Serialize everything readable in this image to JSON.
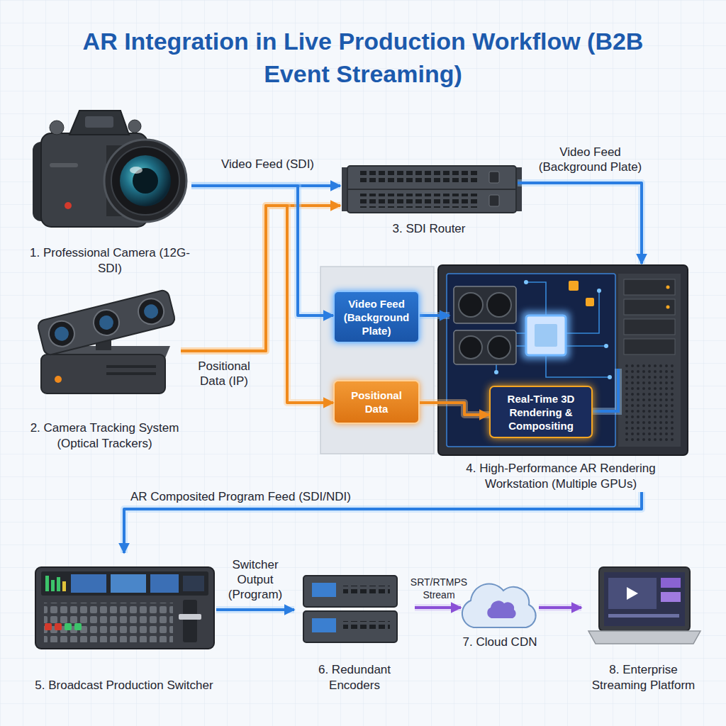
{
  "diagram": {
    "title": "AR Integration in Live Production Workflow (B2B Event Streaming)",
    "nodes": [
      {
        "text": [
          "1. Professional Camera (12G-SDI)"
        ]
      },
      {
        "text": [
          "2. Camera Tracking System (Optical Trackers)"
        ]
      },
      {
        "text": [
          "3. SDI Router"
        ]
      },
      {
        "text": [
          "4. High-Performance AR Rendering Workstation (Multiple GPUs)"
        ]
      },
      {
        "text": [
          "Video Feed (Background Plate)"
        ],
        "in": 3
      },
      {
        "text": [
          "Positional Data"
        ],
        "in": 3
      },
      {
        "text": [
          "Real-Time 3D Rendering & Compositing"
        ],
        "in": 3
      },
      {
        "text": [
          "5. Broadcast Production Switcher"
        ]
      },
      {
        "text": [
          "6. Redundant Encoders"
        ]
      },
      {
        "text": [
          "7. Cloud CDN"
        ]
      },
      {
        "text": [
          "8. Enterprise Streaming Platform"
        ]
      }
    ],
    "edges": [
      {
        "from": 0,
        "to": 2,
        "label": "Video Feed (SDI)",
        "arrow": "to"
      },
      {
        "from": 1,
        "to": 2,
        "label": "Positional Data (IP)",
        "arrow": "to"
      },
      {
        "from": 0,
        "to": 4,
        "arrow": "to"
      },
      {
        "from": 1,
        "to": 5,
        "arrow": "to"
      },
      {
        "from": 2,
        "to": 3,
        "label": "Video Feed (Background Plate)",
        "arrow": "to"
      },
      {
        "from": 5,
        "to": 6,
        "arrow": "to"
      },
      {
        "from": 3,
        "to": 7,
        "label": "AR Composited Program Feed (SDI/NDI)",
        "arrow": "to"
      },
      {
        "from": 7,
        "to": 8,
        "label": "Switcher Output (Program)",
        "arrow": "to"
      },
      {
        "from": 8,
        "to": 9,
        "label": "SRT/RTMPS Stream",
        "arrow": "to"
      },
      {
        "from": 9,
        "to": 10,
        "arrow": "to"
      }
    ]
  }
}
